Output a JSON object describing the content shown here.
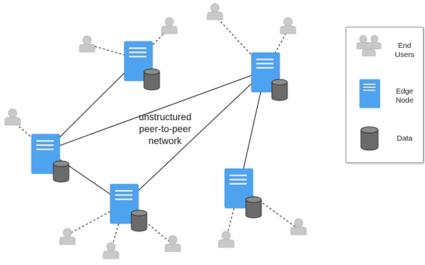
{
  "center_label": {
    "line1": "unstructured",
    "line2": "peer-to-peer",
    "line3": "network"
  },
  "legend": {
    "end_users_line1": "End",
    "end_users_line2": "Users",
    "edge_node_line1": "Edge",
    "edge_node_line2": "Node",
    "data": "Data"
  },
  "colors": {
    "edge_node_blue": "#4ea3f1",
    "edge_node_stripe": "#ffffff",
    "data_cylinder": "#6b6b6b",
    "user_gray": "#c9c9c9",
    "link": "#000000"
  }
}
